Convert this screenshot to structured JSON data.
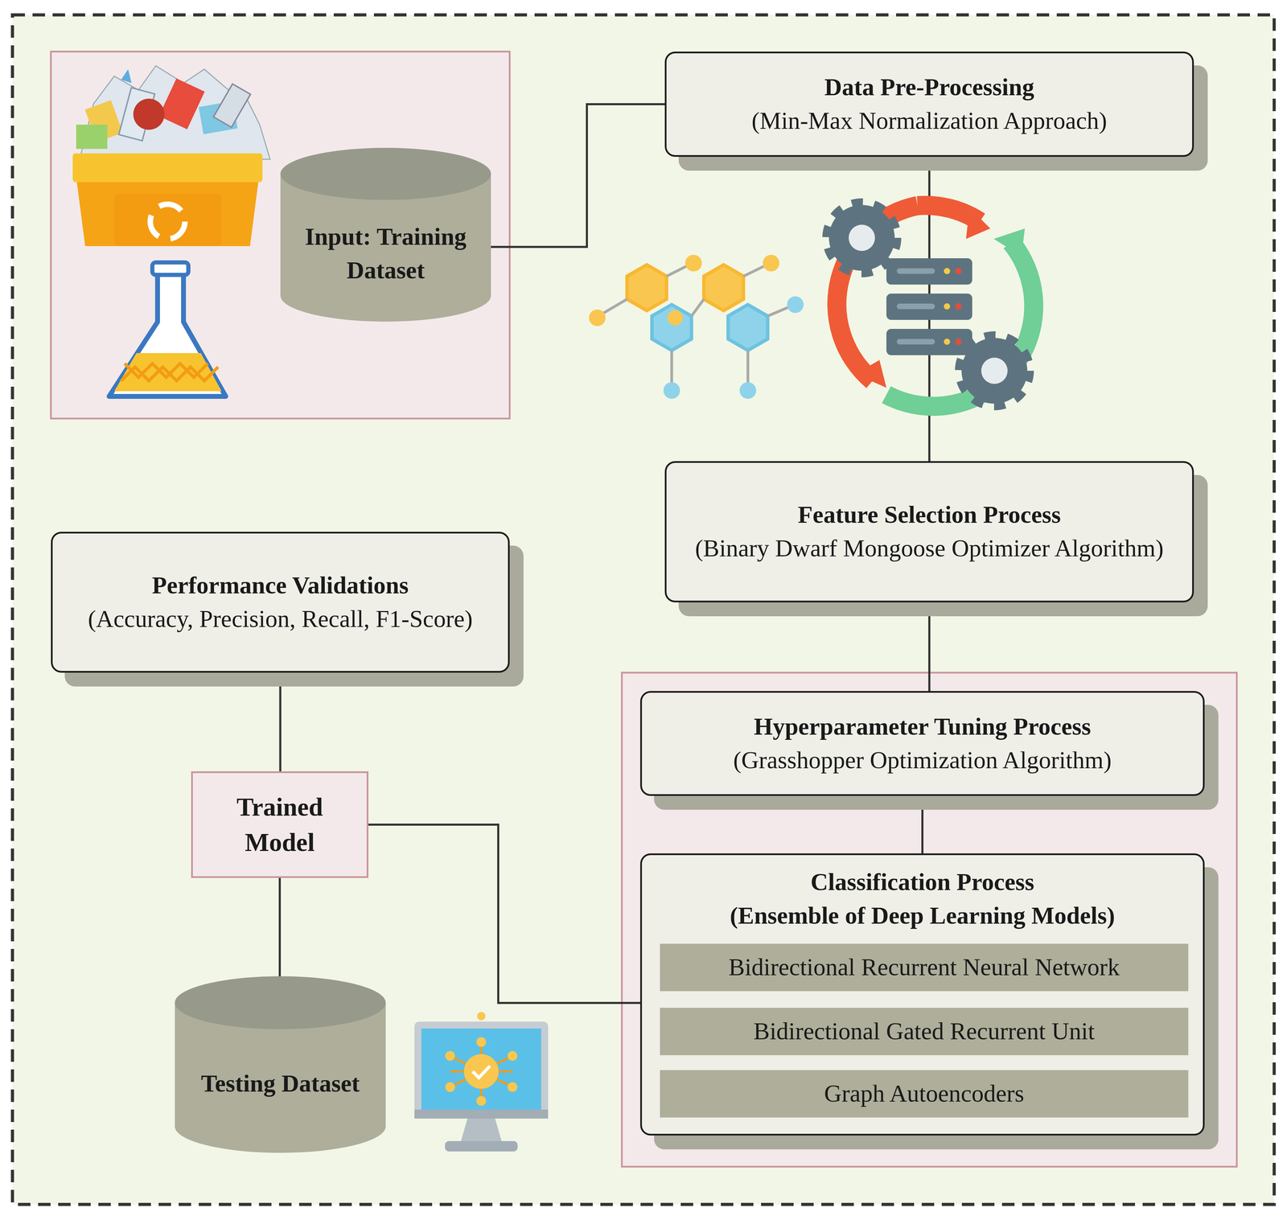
{
  "diagram": {
    "nodes": [
      {
        "text": [
          "Input: Training Dataset"
        ]
      },
      {
        "text": [
          "Data Pre-Processing",
          "(Min-Max Normalization Approach)"
        ]
      },
      {
        "text": [
          "Feature Selection Process",
          "(Binary Dwarf Mongoose Optimizer Algorithm)"
        ]
      },
      {
        "text": [
          "Hyperparameter Tuning Process",
          "(Grasshopper Optimization Algorithm)"
        ]
      },
      {
        "text": [
          "Classification Process",
          "(Ensemble of Deep Learning Models)"
        ]
      },
      {
        "text": [
          "Bidirectional Recurrent Neural Network"
        ],
        "in": 4
      },
      {
        "text": [
          "Bidirectional Gated Recurrent Unit"
        ],
        "in": 4
      },
      {
        "text": [
          "Graph Autoencoders"
        ],
        "in": 4
      },
      {
        "text": [
          "Trained Model"
        ]
      },
      {
        "text": [
          "Testing Dataset"
        ]
      },
      {
        "text": [
          "Performance Validations",
          "(Accuracy, Precision, Recall, F1-Score)"
        ]
      }
    ],
    "edges": [
      {
        "from": 0,
        "to": 1,
        "arrow": "to"
      },
      {
        "from": 1,
        "to": 2,
        "arrow": "to"
      },
      {
        "from": 2,
        "to": 3,
        "arrow": "to"
      },
      {
        "from": 3,
        "to": 4,
        "arrow": "to"
      },
      {
        "from": 4,
        "to": 8,
        "arrow": "to"
      },
      {
        "from": 9,
        "to": 8,
        "arrow": "to"
      },
      {
        "from": 8,
        "to": 10,
        "arrow": "to"
      }
    ]
  }
}
